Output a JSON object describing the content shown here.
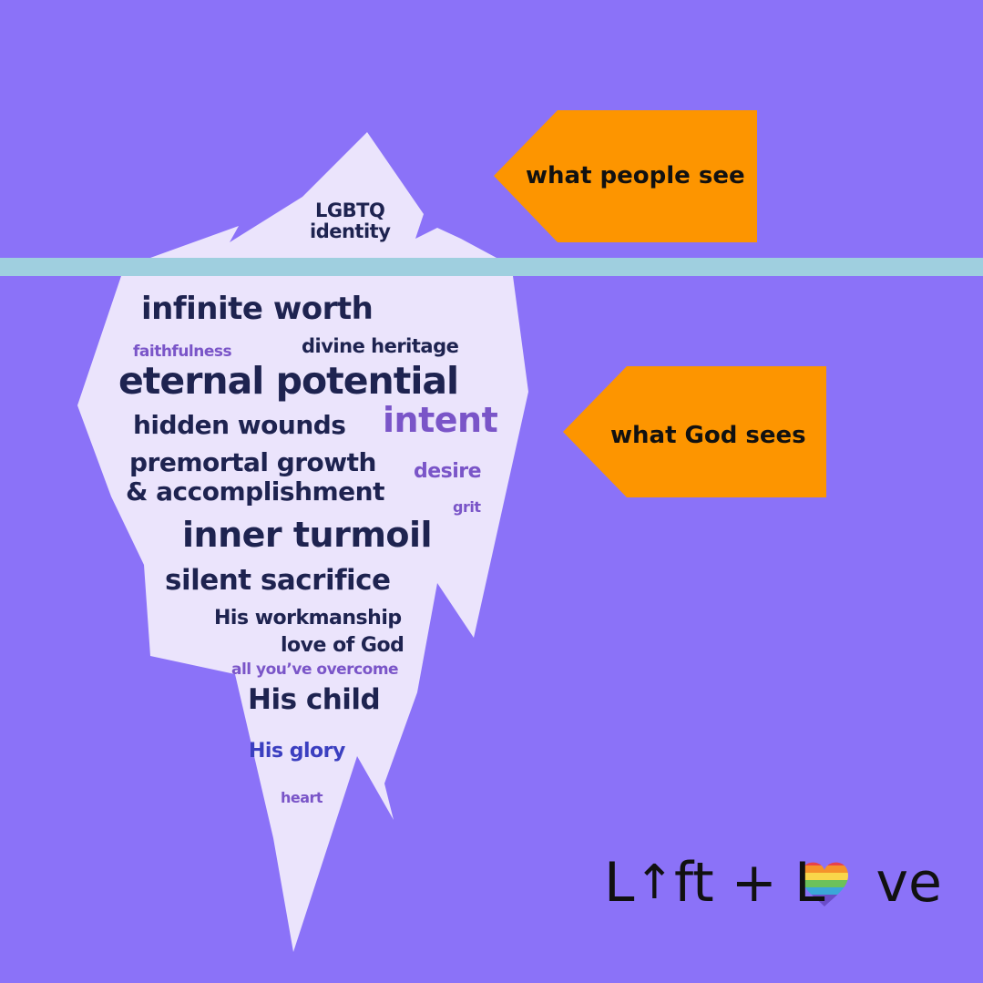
{
  "colors": {
    "background": "#8b72f8",
    "water_line": "#9fcfdf",
    "iceberg": "#ebe4fc",
    "callout": "#fd9500",
    "dark_text": "#1e2350",
    "purple_text": "#7a55c8",
    "blue_text": "#3b3fc0",
    "logo_text": "#111111"
  },
  "callouts": {
    "above": "what people see",
    "below": "what God sees"
  },
  "above_water": {
    "line1": "LGBTQ",
    "line2": "identity"
  },
  "below_water": [
    "infinite worth",
    "faithfulness",
    "divine heritage",
    "eternal potential",
    "hidden wounds",
    "intent",
    "premortal growth",
    "& accomplishment",
    "desire",
    "grit",
    "inner turmoil",
    "silent sacrifice",
    "His workmanship",
    "love of God",
    "all you’ve overcome",
    "His child",
    "His glory",
    "heart"
  ],
  "logo": {
    "part1": "L",
    "arrow_glyph": "↑",
    "part2": "ft + L",
    "heart_icon": "rainbow-heart-icon",
    "part3": "ve"
  }
}
